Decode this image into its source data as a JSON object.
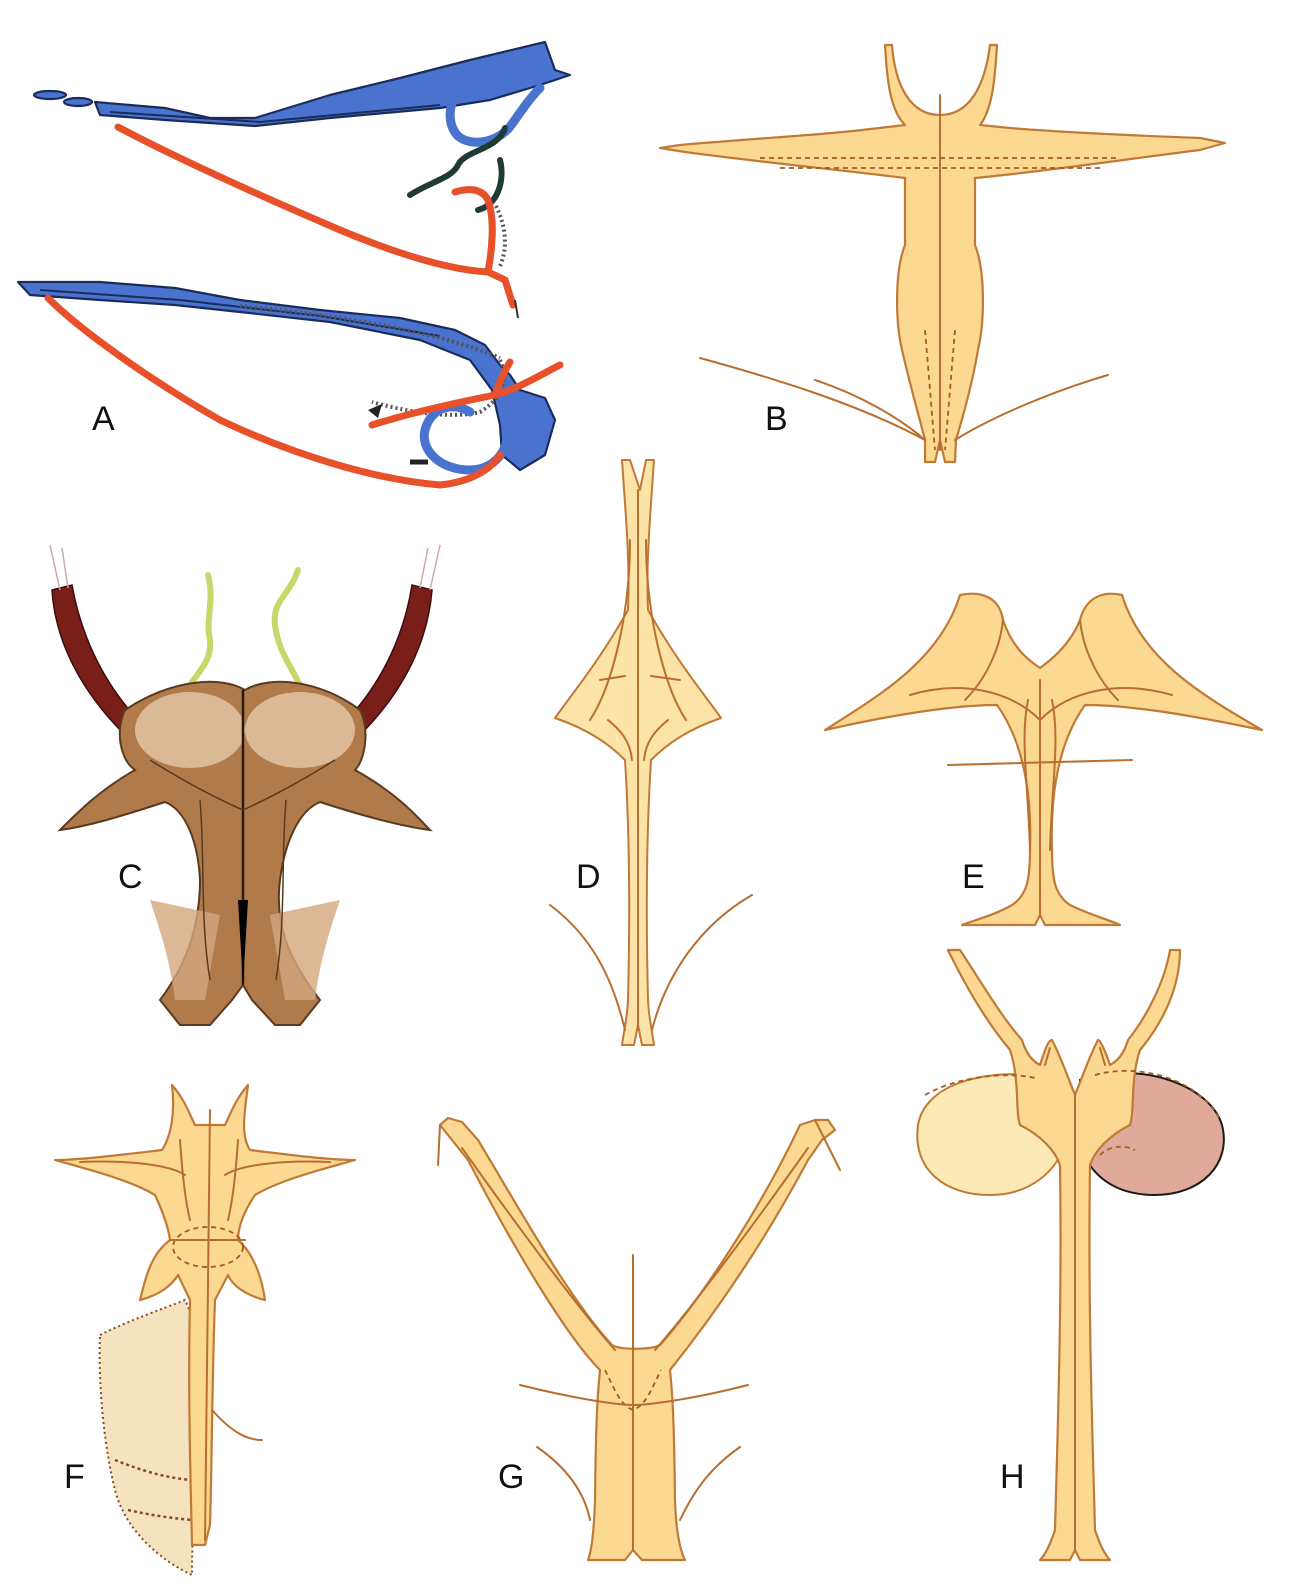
{
  "figure": {
    "panels": [
      {
        "id": "A",
        "label": "A",
        "content": "lateral-views"
      },
      {
        "id": "B",
        "label": "B",
        "content": "t-shaped-sclerite"
      },
      {
        "id": "C",
        "label": "C",
        "content": "brown-colored-sclerite"
      },
      {
        "id": "D",
        "label": "D",
        "content": "narrow-elongate-sclerite"
      },
      {
        "id": "E",
        "label": "E",
        "content": "winged-sclerite"
      },
      {
        "id": "F",
        "label": "F",
        "content": "sclerite-with-membrane"
      },
      {
        "id": "G",
        "label": "G",
        "content": "y-shaped-sclerite"
      },
      {
        "id": "H",
        "label": "H",
        "content": "sclerite-with-lobes"
      }
    ],
    "colors": {
      "sclerite_fill": "#fbd992",
      "sclerite_outline": "#c17a35",
      "blue_part": "#4a72cf",
      "red_part": "#e8502a",
      "brown_part": "#b07a4a",
      "horn": "#7a1e1a",
      "yellow_green_tip": "#c8d66a",
      "pink_lobe": "#dfaa9a"
    }
  }
}
